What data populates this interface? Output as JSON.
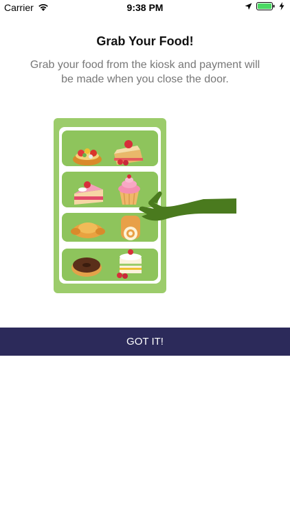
{
  "status_bar": {
    "carrier": "Carrier",
    "time": "9:38 PM",
    "icons": [
      "wifi-icon",
      "location-arrow-icon",
      "battery-icon",
      "charging-bolt-icon"
    ]
  },
  "screen": {
    "title": "Grab Your Food!",
    "subtitle": "Grab your food from the kiosk and payment will be made when you close the door."
  },
  "illustration": {
    "items": [
      "fruit-tart",
      "cake-slice",
      "strawberry-shortcake",
      "pink-cupcake",
      "croissant",
      "swiss-roll",
      "chocolate-donut",
      "cream-cake"
    ],
    "colors": {
      "kiosk": "#9ccc6b",
      "shelf": "#8ec45c",
      "hand": "#4a7a1e"
    }
  },
  "actions": {
    "got_it_label": "GOT IT!"
  },
  "colors": {
    "button_bg": "#2c2a5a",
    "title": "#111111",
    "subtitle": "#777777"
  }
}
